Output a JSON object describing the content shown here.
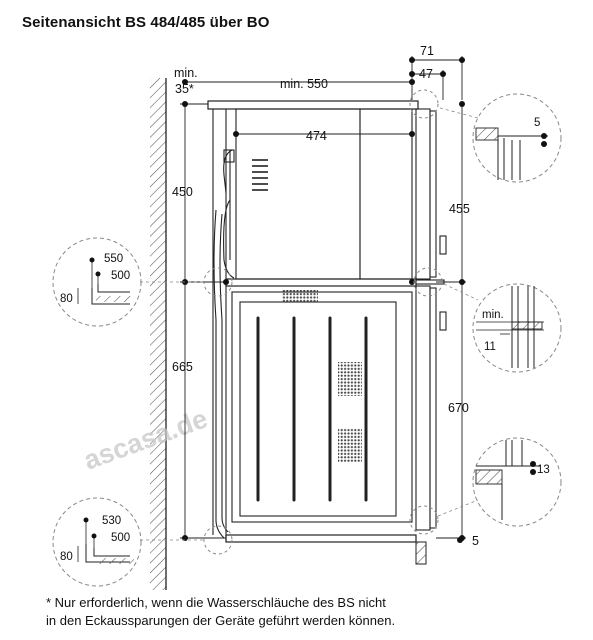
{
  "title": "Seitenansicht BS 484/485 über BO",
  "dimensions": {
    "top_71": "71",
    "top_47": "47",
    "min_label": "min.",
    "min_35": "35*",
    "min_550": "min. 550",
    "d474": "474",
    "d450": "450",
    "d455": "455",
    "d665": "665",
    "d670": "670",
    "d5_bottom": "5"
  },
  "details": {
    "top_right_5": "5",
    "left_upper_550": "550",
    "left_upper_500": "500",
    "left_upper_80": "80",
    "left_lower_530": "530",
    "left_lower_500": "500",
    "left_lower_80": "80",
    "mid_right_min": "min.",
    "mid_right_11": "11",
    "bottom_right_13": "13"
  },
  "watermark": "ascasa.de",
  "footnote": {
    "line1": "* Nur erforderlich, wenn die Wasserschläuche des BS nicht",
    "line2": "in den Eckaussparungen der Geräte geführt werden können."
  },
  "colors": {
    "line": "#222222",
    "wall_hatch": "#555555",
    "detail_circle": "#888888",
    "watermark": "#c8c8c8"
  }
}
